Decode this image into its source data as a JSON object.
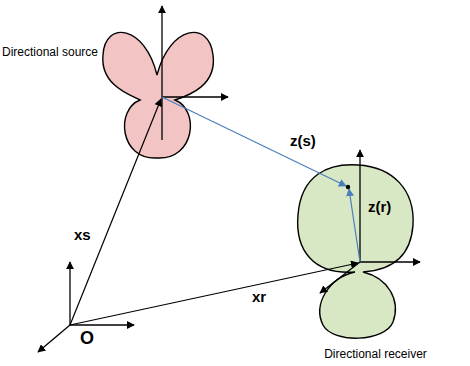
{
  "diagram": {
    "nodes": [
      {
        "text": [
          "Directional source"
        ]
      },
      {
        "text": [
          "Directional receiver"
        ]
      }
    ],
    "labels": [
      "O",
      "xs",
      "xr",
      "z(s)",
      "z(r)"
    ]
  }
}
